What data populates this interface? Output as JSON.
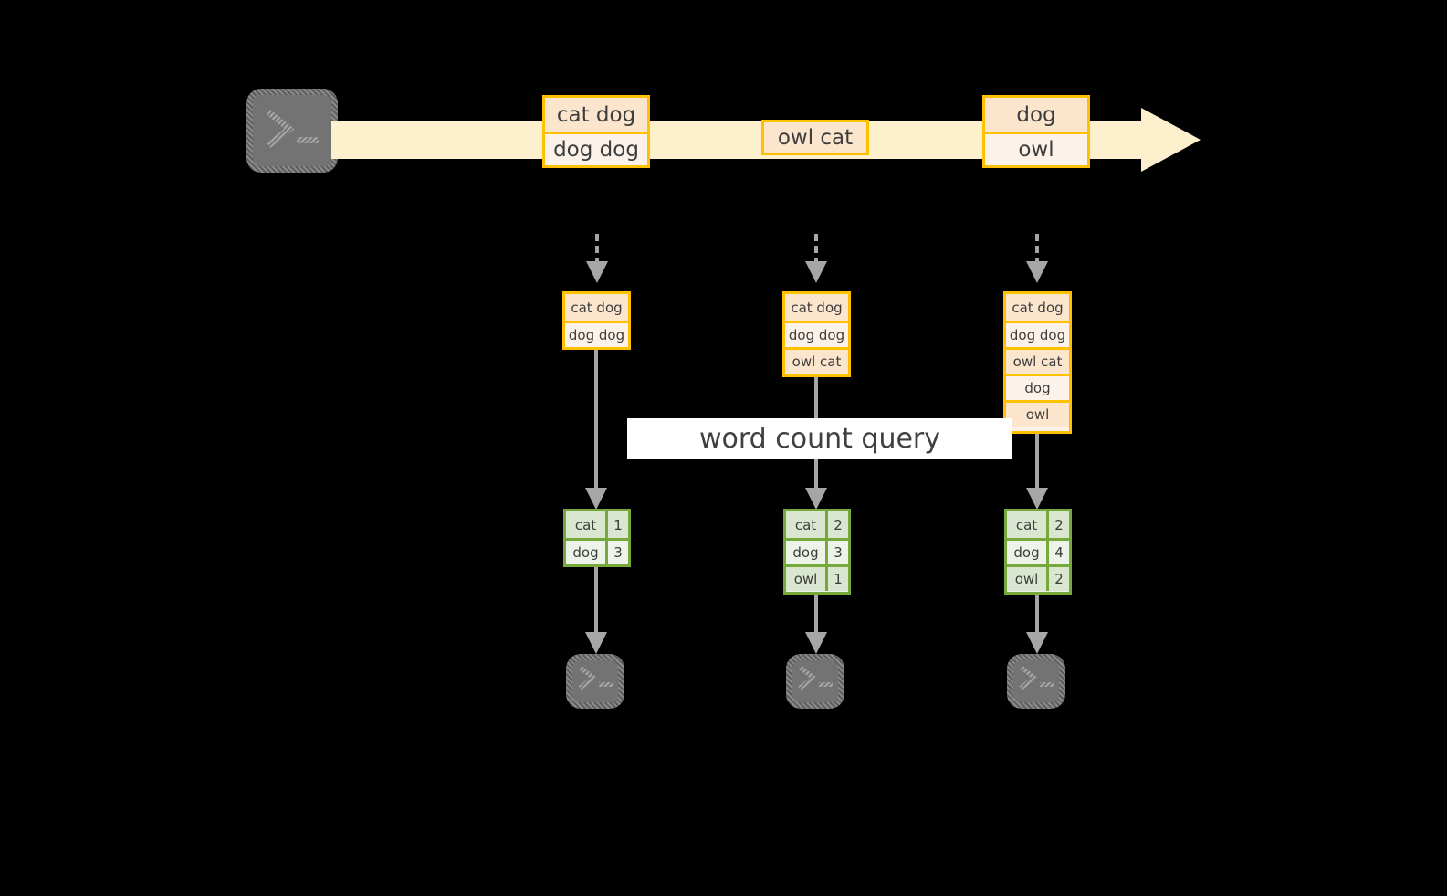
{
  "diagram": {
    "title_label": "word count query",
    "source": {
      "name": "producer-terminal",
      "icon": "terminal-icon",
      "prompt": ">_"
    },
    "stream": {
      "name": "event-stream-arrow",
      "color": "#fdf0cd",
      "border": "#ffc000"
    },
    "stream_records": [
      {
        "lines": [
          "cat dog",
          "dog dog"
        ]
      },
      {
        "lines": [
          "owl cat"
        ]
      },
      {
        "lines": [
          "dog",
          "owl"
        ]
      }
    ],
    "snapshots": [
      {
        "id": "snapshot-1",
        "lines": [
          "cat dog",
          "dog dog"
        ]
      },
      {
        "id": "snapshot-2",
        "lines": [
          "cat dog",
          "dog dog",
          "owl cat"
        ]
      },
      {
        "id": "snapshot-3",
        "lines": [
          "cat dog",
          "dog dog",
          "owl cat",
          "dog",
          "owl"
        ]
      }
    ],
    "results": [
      {
        "id": "result-1",
        "rows": [
          {
            "word": "cat",
            "count": "1"
          },
          {
            "word": "dog",
            "count": "3"
          }
        ]
      },
      {
        "id": "result-2",
        "rows": [
          {
            "word": "cat",
            "count": "2"
          },
          {
            "word": "dog",
            "count": "3"
          },
          {
            "word": "owl",
            "count": "1"
          }
        ]
      },
      {
        "id": "result-3",
        "rows": [
          {
            "word": "cat",
            "count": "2"
          },
          {
            "word": "dog",
            "count": "4"
          },
          {
            "word": "owl",
            "count": "2"
          }
        ]
      }
    ],
    "consumers": [
      {
        "id": "consumer-1",
        "icon": "terminal-icon",
        "prompt": ">_"
      },
      {
        "id": "consumer-2",
        "icon": "terminal-icon",
        "prompt": ">_"
      },
      {
        "id": "consumer-3",
        "icon": "terminal-icon",
        "prompt": ">_"
      }
    ],
    "colors": {
      "record_border": "#ffc000",
      "record_fill_dark": "#fce5cd",
      "record_fill_light": "#fdf2e9",
      "result_border": "#76a83c",
      "result_fill_dark": "#d9e6d0",
      "result_fill_light": "#eef3e9",
      "connector": "#a6a6a6",
      "terminal": "#737373",
      "background": "#000000"
    }
  }
}
